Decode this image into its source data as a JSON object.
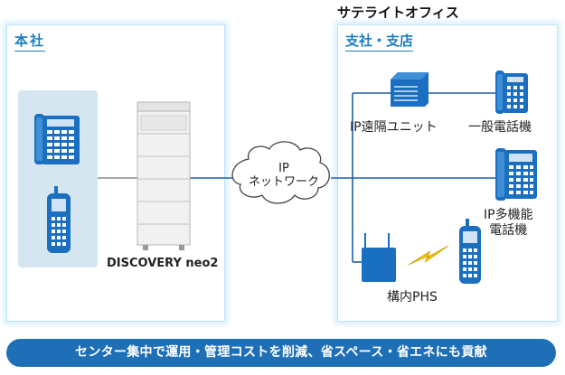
{
  "satellite_office_title": "サテライトオフィス",
  "hq": {
    "title": "本社",
    "server_label": "DISCOVERY neo2"
  },
  "branch": {
    "title": "支社・支店",
    "ip_unit_label": "IP遠隔ユニット",
    "general_phone_label": "一般電話機",
    "ip_phone_label_line1": "IP多機能",
    "ip_phone_label_line2": "電話機",
    "phs_label": "構内PHS"
  },
  "network": {
    "line1": "IP",
    "line2": "ネットワーク"
  },
  "banner": "センター集中で運用・管理コストを削減、省スペース・省エネにも貢献",
  "colors": {
    "accent": "#1b7fc0",
    "line": "#1f5fa8",
    "banner": "#1f6fb6",
    "device": "#1a6fc0"
  }
}
